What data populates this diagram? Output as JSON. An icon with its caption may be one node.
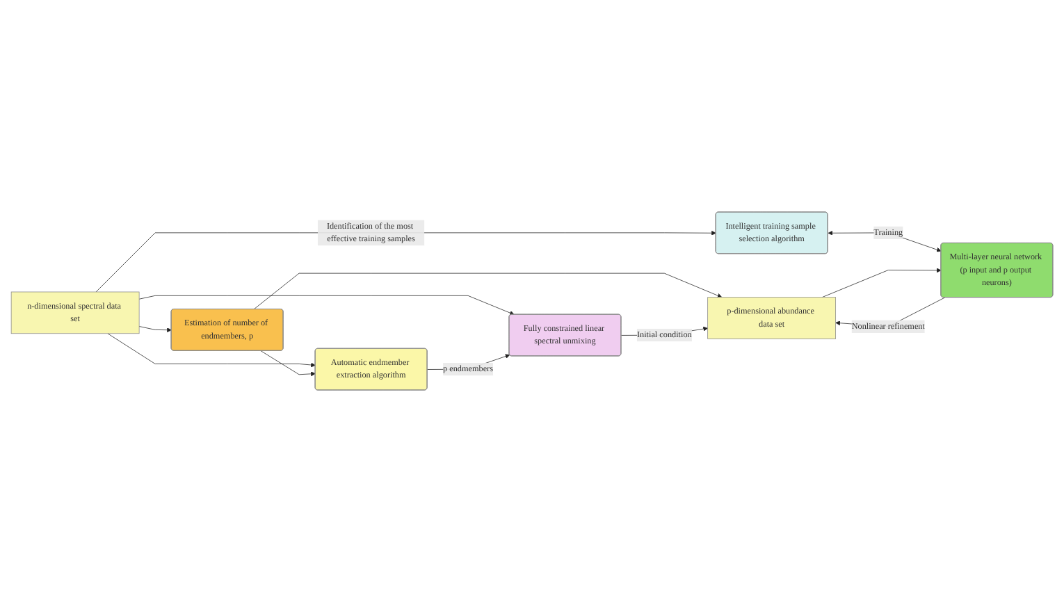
{
  "diagram": {
    "nodes": [
      {
        "text": [
          "n-dimensional spectral data set"
        ]
      },
      {
        "text": [
          "Estimation of number of endmembers, p"
        ]
      },
      {
        "text": [
          "Automatic endmember extraction algorithm"
        ]
      },
      {
        "text": [
          "Fully constrained linear spectral unmixing"
        ]
      },
      {
        "text": [
          "p-dimensional abundance data set"
        ]
      },
      {
        "text": [
          "Intelligent training sample selection algorithm"
        ]
      },
      {
        "text": [
          "Multi-layer neural network (p input and p output neurons)"
        ]
      }
    ],
    "edges": [
      {
        "from": 0,
        "to": 1,
        "arrow": "to"
      },
      {
        "from": 0,
        "to": 2,
        "arrow": "to"
      },
      {
        "from": 0,
        "to": 3,
        "arrow": "to"
      },
      {
        "from": 1,
        "to": 2,
        "arrow": "to"
      },
      {
        "from": 2,
        "to": 3,
        "arrow": "to",
        "label": "p endmembers"
      },
      {
        "from": 1,
        "to": 4,
        "arrow": "to"
      },
      {
        "from": 3,
        "to": 4,
        "arrow": "to",
        "label": "Initial condition"
      },
      {
        "from": 0,
        "to": 5,
        "arrow": "to",
        "label": "Identification of the most effective training samples"
      },
      {
        "from": 5,
        "to": 6,
        "arrow": "both",
        "label": "Training"
      },
      {
        "from": 4,
        "to": 6,
        "arrow": "to"
      },
      {
        "from": 6,
        "to": 4,
        "arrow": "to",
        "label": "Nonlinear refinement"
      }
    ]
  }
}
